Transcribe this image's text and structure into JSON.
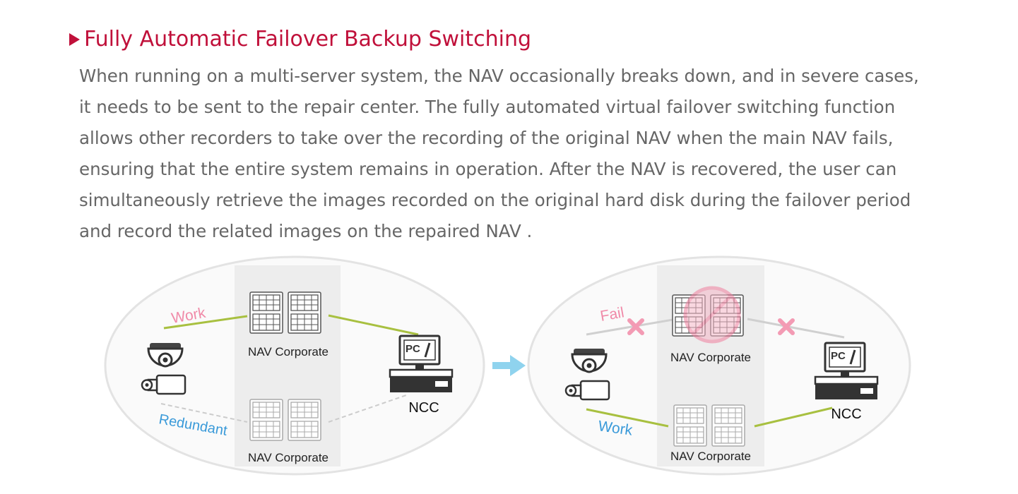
{
  "title": "Fully Automatic Failover Backup Switching",
  "description": "When running on a multi-server system, the NAV occasionally breaks down, and in severe cases, it needs to be sent to the repair center. The fully automated virtual failover switching function allows other recorders to take over the recording of the original NAV when the main NAV fails, ensuring that the entire system remains in operation. After the NAV is recovered, the user can simultaneously retrieve the images recorded on the original hard disk during the failover period and record the related images on the repaired NAV .",
  "colors": {
    "accent": "#c0103a",
    "body_text": "#666666",
    "work_pink": "#f08aa8",
    "redundant_blue": "#3a9ad9",
    "link_green": "#a8c040",
    "fail_pink": "#f39bb4",
    "arrow": "#8fd3ee"
  },
  "diagram_before": {
    "work_label": "Work",
    "redundant_label": "Redundant",
    "nav_top_label": "NAV Corporate",
    "nav_bottom_label": "NAV Corporate",
    "ncc_label": "NCC",
    "pc_label": "PC"
  },
  "diagram_after": {
    "fail_label": "Fail",
    "work_label": "Work",
    "nav_top_label": "NAV Corporate",
    "nav_bottom_label": "NAV Corporate",
    "ncc_label": "NCC",
    "pc_label": "PC"
  }
}
